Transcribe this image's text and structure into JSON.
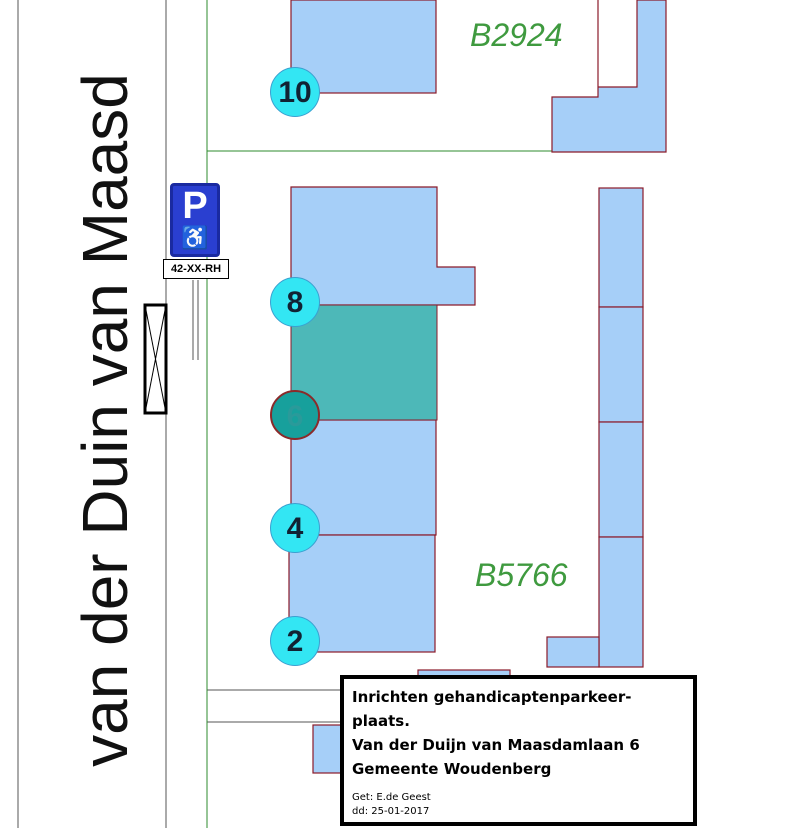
{
  "street_name": "van der Duin van Maasd",
  "parcels": [
    "B2924",
    "B5766"
  ],
  "house_numbers": [
    "10",
    "8",
    "6",
    "4",
    "2"
  ],
  "selected_house": "6",
  "sign": {
    "symbol": "P",
    "plate": "42-XX-RH"
  },
  "info": {
    "line1": "Inrichten gehandicaptenparkeer-",
    "line2": "plaats.",
    "line3": "Van der Duijn van Maasdamlaan 6",
    "line4": "Gemeente Woudenberg",
    "drawn_by": "Get: E.de Geest",
    "date": "dd: 25-01-2017"
  },
  "colors": {
    "building": "#a6cff8",
    "selected": "#4db8b8",
    "outline": "#8b1a2a",
    "parcel_line": "#2e8b2e"
  }
}
